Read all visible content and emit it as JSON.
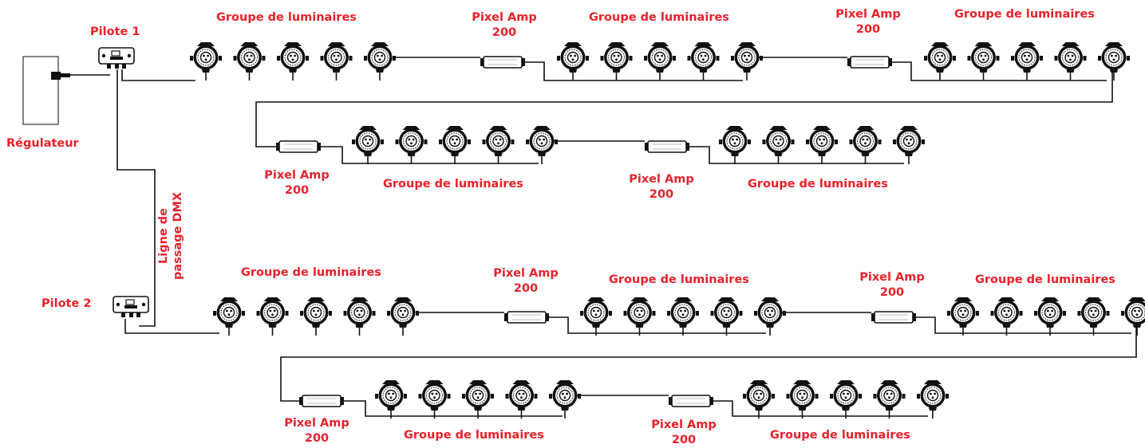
{
  "colors": {
    "label": "#e8212a",
    "line": "#000000"
  },
  "labels": {
    "regulator": "Régulateur",
    "driver1": "Pilote 1",
    "driver2": "Pilote 2",
    "dmx_line": [
      "Ligne de",
      "passage DMX"
    ],
    "fixture_group": "Groupe de luminaires",
    "pixel_amp": [
      "Pixel Amp",
      "200"
    ]
  },
  "icons": {
    "fixture": "fixture-icon",
    "pixel_amp": "pixel-amp-icon",
    "driver": "driver-icon",
    "regulator": "regulator-icon"
  }
}
